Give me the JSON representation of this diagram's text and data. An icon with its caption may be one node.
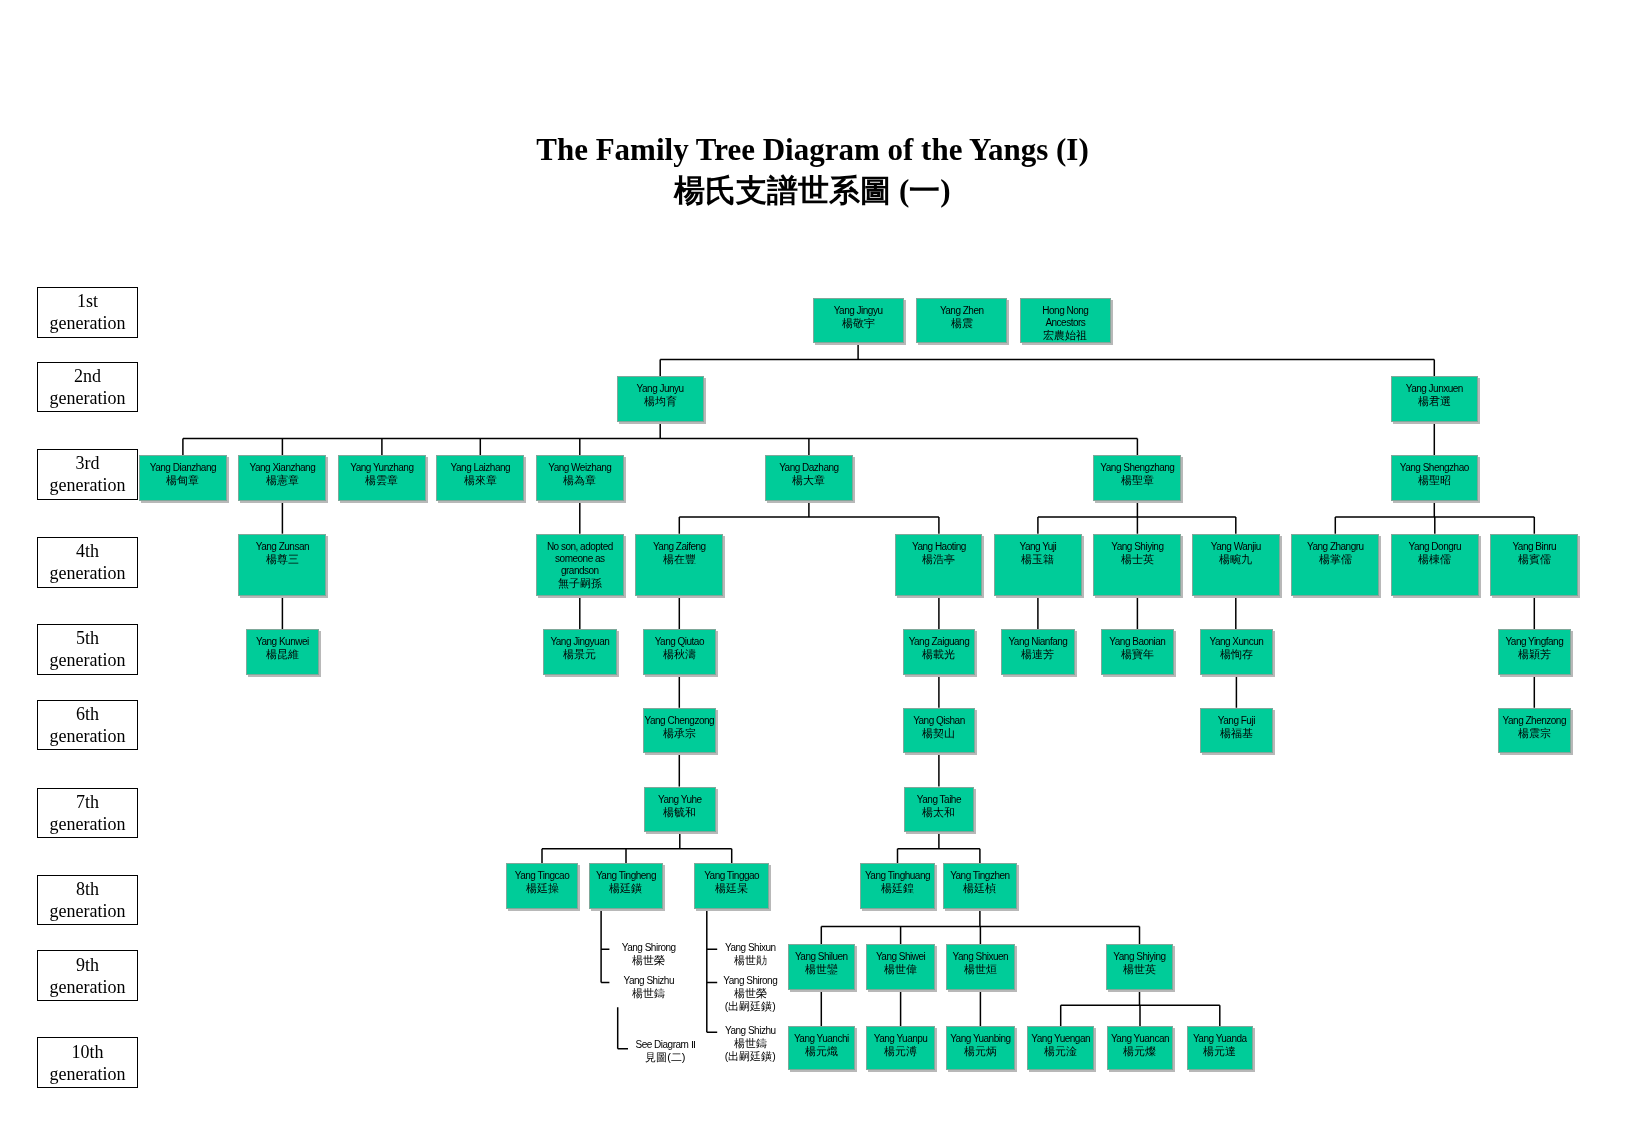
{
  "diagram": {
    "title": "The Family Tree Diagram of the Yangs (I)",
    "labels": [
      "楊氏支譜世系圖 (一)"
    ],
    "nodes": [
      {
        "text": [
          "1st generation"
        ]
      },
      {
        "text": [
          "2nd generation"
        ]
      },
      {
        "text": [
          "3rd generation"
        ]
      },
      {
        "text": [
          "4th generation"
        ]
      },
      {
        "text": [
          "5th generation"
        ]
      },
      {
        "text": [
          "6th generation"
        ]
      },
      {
        "text": [
          "7th generation"
        ]
      },
      {
        "text": [
          "8th generation"
        ]
      },
      {
        "text": [
          "9th generation"
        ]
      },
      {
        "text": [
          "10th generation"
        ]
      },
      {
        "text": [
          "Yang Jingyu",
          "楊敬宇"
        ]
      },
      {
        "text": [
          "Yang Zhen",
          "楊震"
        ]
      },
      {
        "text": [
          "Hong Nong Ancestors",
          "宏農始祖"
        ]
      },
      {
        "text": [
          "Yang Junyu",
          "楊均育"
        ]
      },
      {
        "text": [
          "Yang Junxuen",
          "楊君選"
        ]
      },
      {
        "text": [
          "Yang Dianzhang",
          "楊甸章"
        ]
      },
      {
        "text": [
          "Yang Xianzhang",
          "楊憲章"
        ]
      },
      {
        "text": [
          "Yang Yunzhang",
          "楊雲章"
        ]
      },
      {
        "text": [
          "Yang Laizhang",
          "楊來章"
        ]
      },
      {
        "text": [
          "Yang Weizhang",
          "楊為章"
        ]
      },
      {
        "text": [
          "Yang Dazhang",
          "楊大章"
        ]
      },
      {
        "text": [
          "Yang Shengzhang",
          "楊聖章"
        ]
      },
      {
        "text": [
          "Yang Shengzhao",
          "楊聖昭"
        ]
      },
      {
        "text": [
          "Yang Zunsan",
          "楊尊三"
        ]
      },
      {
        "text": [
          "No son, adopted someone as grandson",
          "無子嗣孫"
        ]
      },
      {
        "text": [
          "Yang Zaifeng",
          "楊在豐"
        ]
      },
      {
        "text": [
          "Yang Haoting",
          "楊浩亭"
        ]
      },
      {
        "text": [
          "Yang Yuji",
          "楊玉籍"
        ]
      },
      {
        "text": [
          "Yang Shiying",
          "楊士英"
        ]
      },
      {
        "text": [
          "Yang Wanjiu",
          "楊畹九"
        ]
      },
      {
        "text": [
          "Yang Zhangru",
          "楊掌儒"
        ]
      },
      {
        "text": [
          "Yang Dongru",
          "楊棟儒"
        ]
      },
      {
        "text": [
          "Yang Binru",
          "楊賓儒"
        ]
      },
      {
        "text": [
          "Yang Kunwei",
          "楊昆維"
        ]
      },
      {
        "text": [
          "Yang Jingyuan",
          "楊景元"
        ]
      },
      {
        "text": [
          "Yang Qiutao",
          "楊秋濤"
        ]
      },
      {
        "text": [
          "Yang Zaiguang",
          "楊載光"
        ]
      },
      {
        "text": [
          "Yang Nianfang",
          "楊連芳"
        ]
      },
      {
        "text": [
          "Yang Baonian",
          "楊寶年"
        ]
      },
      {
        "text": [
          "Yang Xuncun",
          "楊恂存"
        ]
      },
      {
        "text": [
          "Yang Yingfang",
          "楊穎芳"
        ]
      },
      {
        "text": [
          "Yang Chengzong",
          "楊承宗"
        ]
      },
      {
        "text": [
          "Yang Qishan",
          "楊契山"
        ]
      },
      {
        "text": [
          "Yang Fuji",
          "楊福基"
        ]
      },
      {
        "text": [
          "Yang Zhenzong",
          "楊震宗"
        ]
      },
      {
        "text": [
          "Yang Yuhe",
          "楊毓和"
        ]
      },
      {
        "text": [
          "Yang Taihe",
          "楊太和"
        ]
      },
      {
        "text": [
          "Yang Tingcao",
          "楊廷操"
        ]
      },
      {
        "text": [
          "Yang Tingheng",
          "楊廷鐄"
        ]
      },
      {
        "text": [
          "Yang Tinggao",
          "楊廷杲"
        ]
      },
      {
        "text": [
          "Yang Tinghuang",
          "楊廷鍠"
        ]
      },
      {
        "text": [
          "Yang Tingzhen",
          "楊廷楨"
        ]
      },
      {
        "text": [
          "Yang Shirong",
          "楊世榮"
        ]
      },
      {
        "text": [
          "Yang Shizhu",
          "楊世鑄"
        ]
      },
      {
        "text": [
          "Yang Shixun",
          "楊世勛"
        ]
      },
      {
        "text": [
          "Yang Shirong",
          "楊世榮",
          "(出嗣廷鐄)"
        ]
      },
      {
        "text": [
          "Yang Shizhu",
          "楊世鑄",
          "(出嗣廷鐄)"
        ]
      },
      {
        "text": [
          "Yang Shiluen",
          "楊世鑾"
        ]
      },
      {
        "text": [
          "Yang Shiwei",
          "楊世偉"
        ]
      },
      {
        "text": [
          "Yang Shixuen",
          "楊世烜"
        ]
      },
      {
        "text": [
          "Yang Shiying",
          "楊世英"
        ]
      },
      {
        "text": [
          "See Diagram Ⅱ",
          "見圖(二)"
        ]
      },
      {
        "text": [
          "Yang Yuanchi",
          "楊元熾"
        ]
      },
      {
        "text": [
          "Yang Yuanpu",
          "楊元溥"
        ]
      },
      {
        "text": [
          "Yang Yuanbing",
          "楊元炳"
        ]
      },
      {
        "text": [
          "Yang Yuengan",
          "楊元淦"
        ]
      },
      {
        "text": [
          "Yang Yuancan",
          "楊元燦"
        ]
      },
      {
        "text": [
          "Yang Yuanda",
          "楊元達"
        ]
      }
    ],
    "edges": [
      {
        "from": 10,
        "to": 13,
        "arrow": "none"
      },
      {
        "from": 10,
        "to": 14,
        "arrow": "none"
      },
      {
        "from": 13,
        "to": 15,
        "arrow": "none"
      },
      {
        "from": 13,
        "to": 16,
        "arrow": "none"
      },
      {
        "from": 13,
        "to": 17,
        "arrow": "none"
      },
      {
        "from": 13,
        "to": 18,
        "arrow": "none"
      },
      {
        "from": 13,
        "to": 19,
        "arrow": "none"
      },
      {
        "from": 13,
        "to": 20,
        "arrow": "none"
      },
      {
        "from": 13,
        "to": 21,
        "arrow": "none"
      },
      {
        "from": 14,
        "to": 22,
        "arrow": "none"
      },
      {
        "from": 16,
        "to": 23,
        "arrow": "none"
      },
      {
        "from": 19,
        "to": 24,
        "arrow": "none"
      },
      {
        "from": 20,
        "to": 25,
        "arrow": "none"
      },
      {
        "from": 20,
        "to": 26,
        "arrow": "none"
      },
      {
        "from": 21,
        "to": 27,
        "arrow": "none"
      },
      {
        "from": 21,
        "to": 28,
        "arrow": "none"
      },
      {
        "from": 21,
        "to": 29,
        "arrow": "none"
      },
      {
        "from": 22,
        "to": 30,
        "arrow": "none"
      },
      {
        "from": 22,
        "to": 31,
        "arrow": "none"
      },
      {
        "from": 22,
        "to": 32,
        "arrow": "none"
      },
      {
        "from": 23,
        "to": 33,
        "arrow": "none"
      },
      {
        "from": 24,
        "to": 34,
        "arrow": "none"
      },
      {
        "from": 25,
        "to": 35,
        "arrow": "none"
      },
      {
        "from": 26,
        "to": 36,
        "arrow": "none"
      },
      {
        "from": 27,
        "to": 37,
        "arrow": "none"
      },
      {
        "from": 28,
        "to": 38,
        "arrow": "none"
      },
      {
        "from": 29,
        "to": 39,
        "arrow": "none"
      },
      {
        "from": 32,
        "to": 40,
        "arrow": "none"
      },
      {
        "from": 35,
        "to": 41,
        "arrow": "none"
      },
      {
        "from": 36,
        "to": 42,
        "arrow": "none"
      },
      {
        "from": 39,
        "to": 43,
        "arrow": "none"
      },
      {
        "from": 40,
        "to": 44,
        "arrow": "none"
      },
      {
        "from": 41,
        "to": 45,
        "arrow": "none"
      },
      {
        "from": 42,
        "to": 46,
        "arrow": "none"
      },
      {
        "from": 45,
        "to": 47,
        "arrow": "none"
      },
      {
        "from": 45,
        "to": 48,
        "arrow": "none"
      },
      {
        "from": 45,
        "to": 49,
        "arrow": "none"
      },
      {
        "from": 46,
        "to": 50,
        "arrow": "none"
      },
      {
        "from": 46,
        "to": 51,
        "arrow": "none"
      },
      {
        "from": 48,
        "to": 52,
        "arrow": "none"
      },
      {
        "from": 48,
        "to": 53,
        "arrow": "none"
      },
      {
        "from": 49,
        "to": 54,
        "arrow": "none"
      },
      {
        "from": 49,
        "to": 55,
        "arrow": "none"
      },
      {
        "from": 49,
        "to": 56,
        "arrow": "none"
      },
      {
        "from": 51,
        "to": 57,
        "arrow": "none"
      },
      {
        "from": 51,
        "to": 58,
        "arrow": "none"
      },
      {
        "from": 51,
        "to": 59,
        "arrow": "none"
      },
      {
        "from": 51,
        "to": 60,
        "arrow": "none"
      },
      {
        "from": 53,
        "to": 61,
        "arrow": "none"
      },
      {
        "from": 57,
        "to": 62,
        "arrow": "none"
      },
      {
        "from": 58,
        "to": 63,
        "arrow": "none"
      },
      {
        "from": 59,
        "to": 64,
        "arrow": "none"
      },
      {
        "from": 60,
        "to": 65,
        "arrow": "none"
      },
      {
        "from": 60,
        "to": 66,
        "arrow": "none"
      },
      {
        "from": 60,
        "to": 67,
        "arrow": "none"
      }
    ]
  }
}
